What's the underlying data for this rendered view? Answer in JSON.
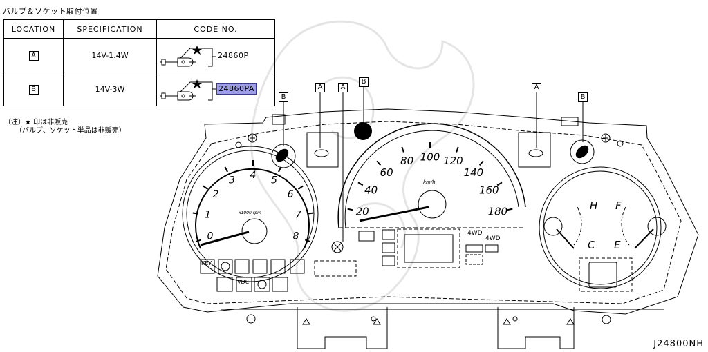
{
  "title": "バルブ＆ソケット取付位置",
  "table": {
    "headers": [
      "LOCATION",
      "SPECIFICATION",
      "CODE NO."
    ],
    "rows": [
      {
        "location": "A",
        "spec": "14V-1.4W",
        "code": "24860P",
        "highlighted": false
      },
      {
        "location": "B",
        "spec": "14V-3W",
        "code": "24860PA",
        "highlighted": true
      }
    ]
  },
  "notes": {
    "line1": "（注）★ 印は非販売",
    "line2": "（バルブ、ソケット単品は非販売）"
  },
  "callouts": [
    "B",
    "A",
    "A",
    "B",
    "A",
    "B"
  ],
  "gauges": {
    "tach_ticks": [
      "0",
      "1",
      "2",
      "3",
      "4",
      "5",
      "6",
      "7",
      "8"
    ],
    "tach_unit": "x1000 rpm",
    "speed_ticks": [
      "20",
      "40",
      "60",
      "80",
      "100",
      "120",
      "140",
      "160",
      "180"
    ],
    "speed_unit": "km/h",
    "temp_labels": [
      "H",
      "C"
    ],
    "fuel_labels": [
      "F",
      "E"
    ],
    "indicators": [
      "KEY",
      "VDC",
      "4WD",
      "4WD"
    ]
  },
  "reference": "J24800NH",
  "colors": {
    "highlight": "#9d9ee7"
  }
}
